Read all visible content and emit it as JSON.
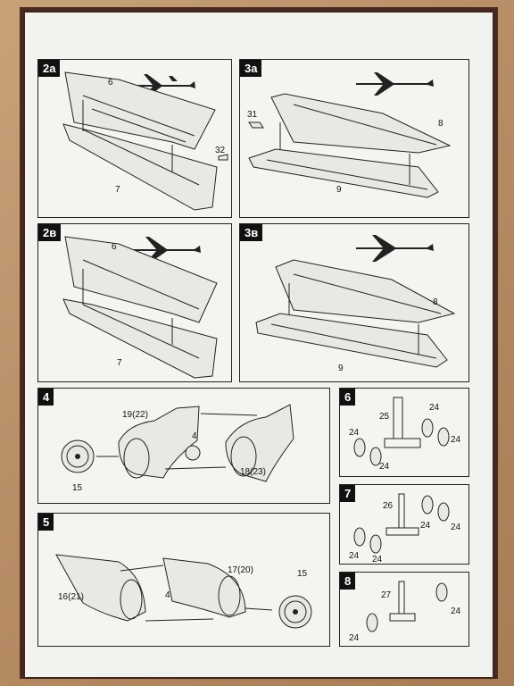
{
  "steps": [
    {
      "id": "2a",
      "tag": "2a",
      "labels": {
        "upper": "6",
        "lower": "7",
        "tip": "32"
      }
    },
    {
      "id": "3a",
      "tag": "3a",
      "labels": {
        "flap": "31",
        "upper": "8",
        "lower": "9"
      }
    },
    {
      "id": "2b",
      "tag": "2в",
      "labels": {
        "upper": "6",
        "lower": "7"
      }
    },
    {
      "id": "3b",
      "tag": "3в",
      "labels": {
        "upper": "8",
        "lower": "9"
      }
    },
    {
      "id": "4",
      "tag": "4",
      "labels": {
        "left_half": "19(22)",
        "right_half": "18(23)",
        "fan": "4",
        "front": "15"
      }
    },
    {
      "id": "6",
      "tag": "6",
      "labels": {
        "strut": "25",
        "w1": "24",
        "w2": "24",
        "w3": "24",
        "w4": "24"
      }
    },
    {
      "id": "7",
      "tag": "7",
      "labels": {
        "strut": "26",
        "w1": "24",
        "w2": "24",
        "w3": "24",
        "w4": "24"
      }
    },
    {
      "id": "5",
      "tag": "5",
      "labels": {
        "left_half": "16(21)",
        "right_half": "17(20)",
        "fan": "4",
        "front": "15"
      }
    },
    {
      "id": "8",
      "tag": "8",
      "labels": {
        "strut": "27",
        "w1": "24",
        "w2": "24"
      }
    }
  ]
}
